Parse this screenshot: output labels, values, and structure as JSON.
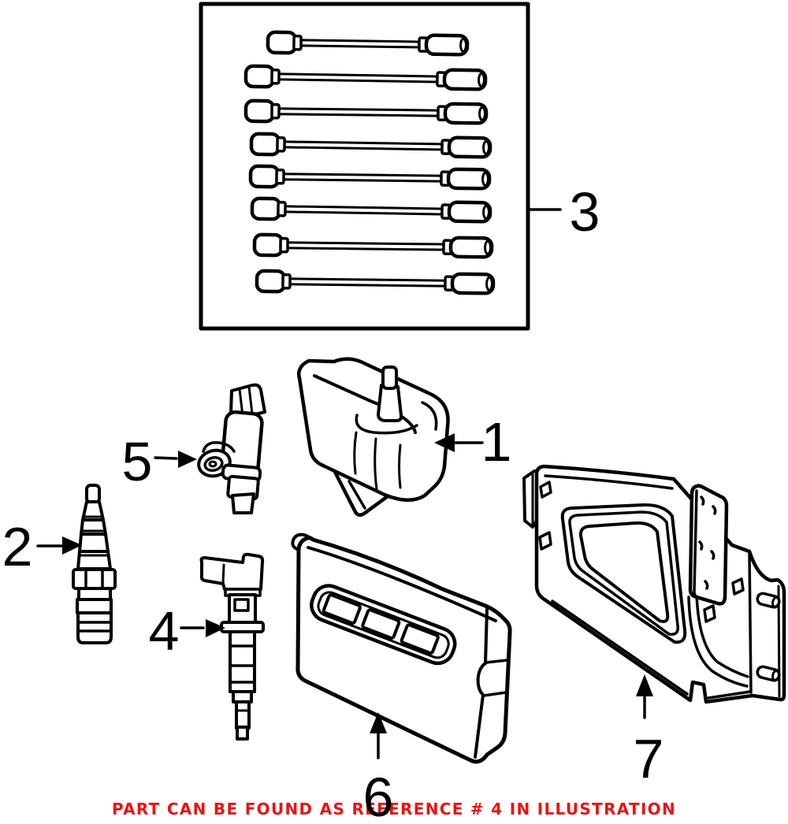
{
  "figure": {
    "type": "ignition-parts-illustration",
    "background": "#ffffff",
    "line_color": "#000000"
  },
  "callouts": {
    "coil": "1",
    "spark_plug": "2",
    "wire_set": "3",
    "crank_sensor": "4",
    "cam_sensor": "5",
    "control_module": "6",
    "bracket": "7"
  },
  "note": {
    "text": "PART CAN BE FOUND AS REFERENCE # 4 IN ILLUSTRATION",
    "color": "#ee1111"
  }
}
